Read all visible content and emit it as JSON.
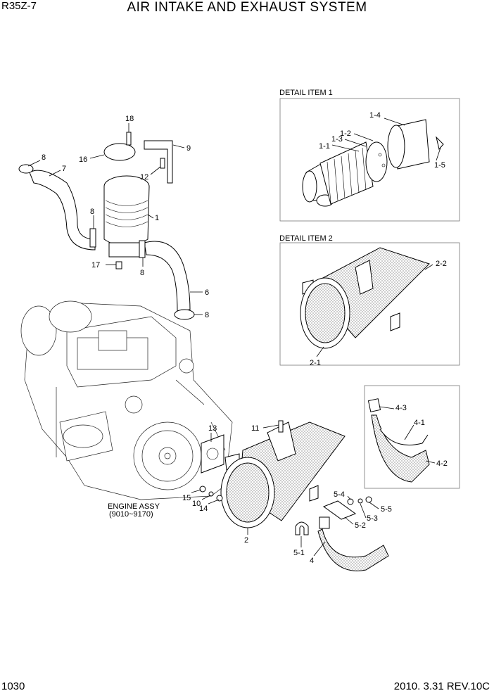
{
  "header": {
    "model": "R35Z-7",
    "title": "AIR INTAKE AND EXHAUST SYSTEM"
  },
  "footer": {
    "page": "1030",
    "revision": "2010. 3.31  REV.10C"
  },
  "detail_titles": {
    "item1": "DETAIL ITEM 1",
    "item2": "DETAIL ITEM 2"
  },
  "engine": {
    "name": "ENGINE ASSY",
    "range": "(9010~9170)"
  },
  "labels": {
    "l1": "1",
    "l2": "2",
    "l4": "4",
    "l6": "6",
    "l7": "7",
    "l8a": "8",
    "l8b": "8",
    "l8c": "8",
    "l8d": "8",
    "l9": "9",
    "l10": "10",
    "l11": "11",
    "l12": "12",
    "l13": "13",
    "l14": "14",
    "l15": "15",
    "l16": "16",
    "l17": "17",
    "l18": "18",
    "d1_1": "1-1",
    "d1_2": "1-2",
    "d1_3": "1-3",
    "d1_4": "1-4",
    "d1_5": "1-5",
    "d2_1": "2-1",
    "d2_2": "2-2",
    "d4_1": "4-1",
    "d4_2": "4-2",
    "d4_3": "4-3",
    "d5_1": "5-1",
    "d5_2": "5-2",
    "d5_3": "5-3",
    "d5_4": "5-4",
    "d5_5": "5-5"
  }
}
